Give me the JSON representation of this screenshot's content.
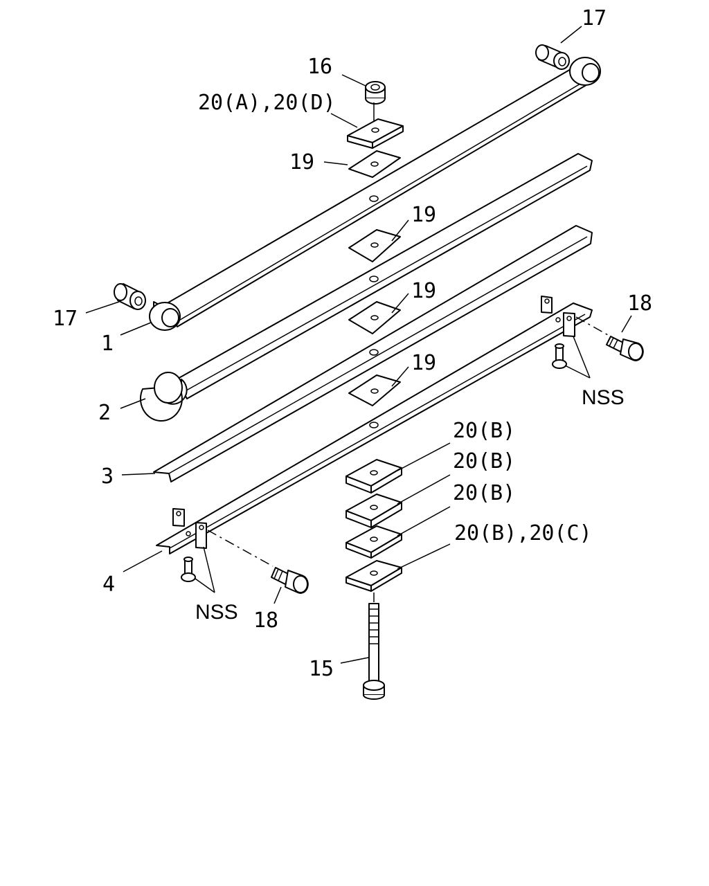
{
  "labels": {
    "l17_top": "17",
    "l16": "16",
    "l20_ad": "20(A),20(D)",
    "l19_a": "19",
    "l19_b": "19",
    "l19_c": "19",
    "l19_d": "19",
    "l17_left": "17",
    "l1": "1",
    "l2": "2",
    "l3": "3",
    "l4": "4",
    "l18_right": "18",
    "l18_bottom": "18",
    "nss_right": "NSS",
    "nss_left": "NSS",
    "l20_b1": "20(B)",
    "l20_b2": "20(B)",
    "l20_b3": "20(B)",
    "l20_bc": "20(B),20(C)",
    "l15": "15"
  }
}
